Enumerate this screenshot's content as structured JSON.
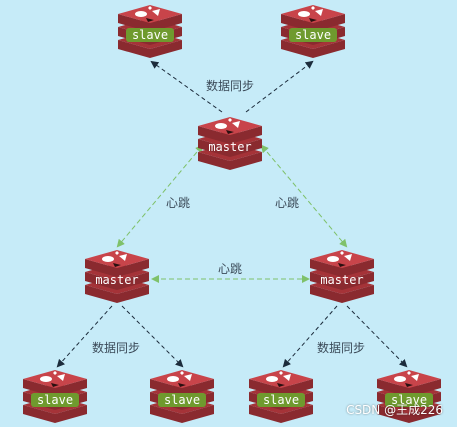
{
  "colors": {
    "background": "#c6ebf8",
    "redis_top": "#c8444a",
    "redis_side": "#8a2a2f",
    "redis_mid": "#a53338",
    "slave_label_bg": "#6f9a2e",
    "slave_label_text": "#ffffff",
    "master_label_text": "#ffffff",
    "sync_arrow": "#1c2c3c",
    "heartbeat_arrow": "#7fc16a"
  },
  "nodes": {
    "slave_label": "slave",
    "master_label": "master",
    "icon": "redis-logo-icon"
  },
  "edges": {
    "sync_label": "数据同步",
    "heartbeat_label": "心跳"
  },
  "watermark": "CSDN @王成226"
}
